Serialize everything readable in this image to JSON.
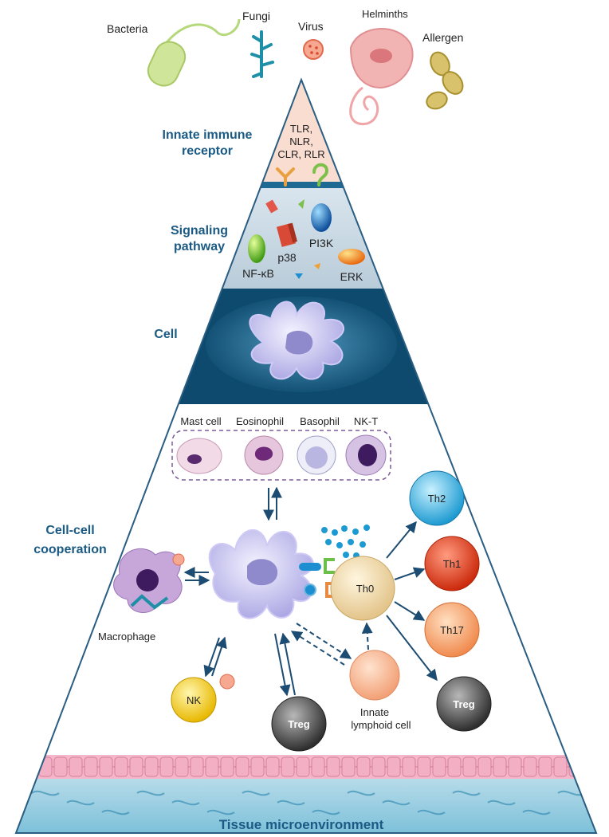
{
  "pathogens": {
    "bacteria": "Bacteria",
    "fungi": "Fungi",
    "virus": "Virus",
    "helminths": "Helminths",
    "allergen": "Allergen"
  },
  "levels": {
    "innate_receptor": [
      "Innate immune",
      "receptor"
    ],
    "signaling": [
      "Signaling",
      "pathway"
    ],
    "cell": "Cell",
    "cooperation": [
      "Cell-cell",
      "cooperation"
    ]
  },
  "receptors": [
    "TLR,",
    "NLR,",
    "CLR, RLR"
  ],
  "signaling_molecules": {
    "pi3k": "PI3K",
    "p38": "p38",
    "nfkb": "NF-κB",
    "erk": "ERK"
  },
  "granulocytes": [
    "Mast cell",
    "Eosinophil",
    "Basophil",
    "NK-T"
  ],
  "cells": {
    "th0": "Th0",
    "th1": "Th1",
    "th2": "Th2",
    "th17": "Th17",
    "treg": "Treg",
    "nk": "NK",
    "macrophage": "Macrophage",
    "ilc": [
      "Innate",
      "lymphoid cell"
    ]
  },
  "tissue": "Tissue microenvironment",
  "colors": {
    "dark_band": "#0d4a6e",
    "label_blue": "#1b5a84",
    "pyramid_edge": "#2a5d82"
  }
}
